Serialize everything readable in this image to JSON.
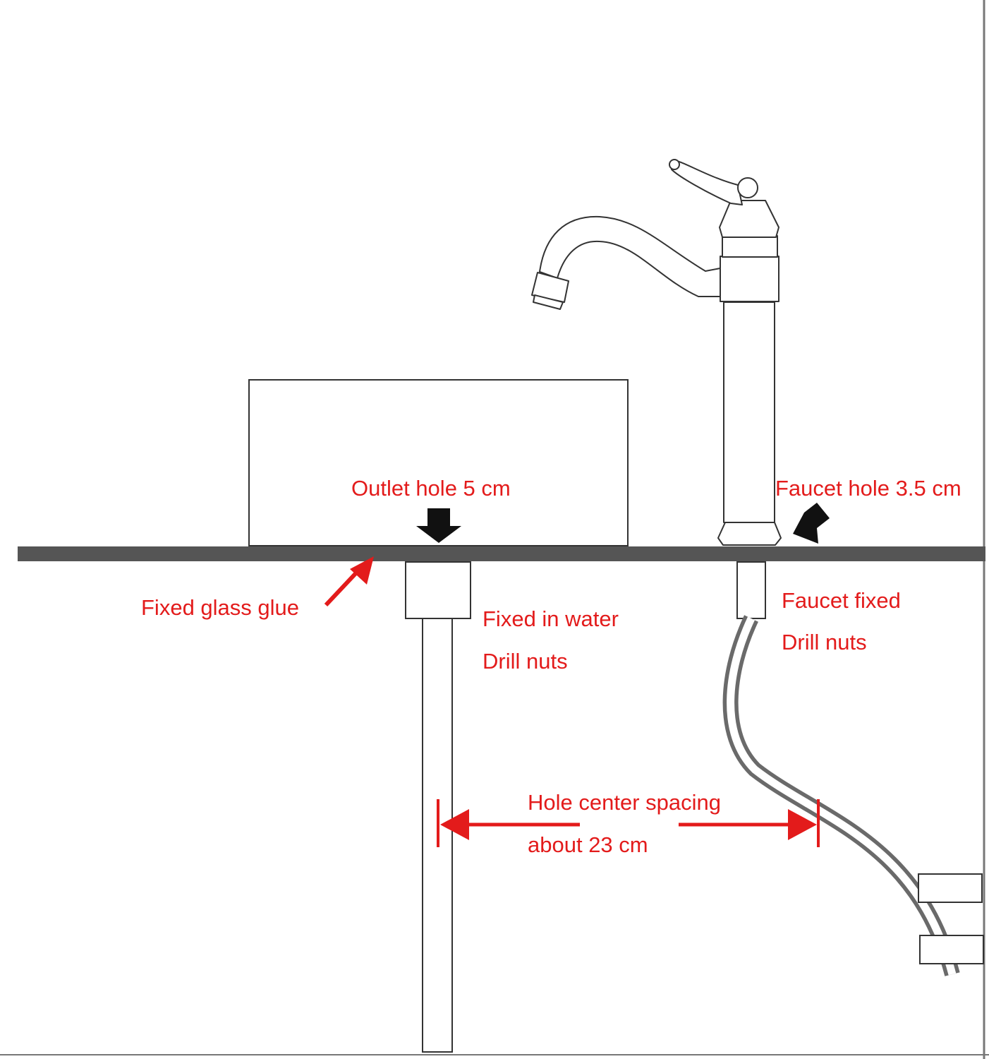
{
  "colors": {
    "label": "#e31b1b",
    "line": "#4a4a4a",
    "counter": "#555555",
    "hose": "#6a6a6a",
    "arrow_black": "#111111",
    "arrow_red": "#e31b1b",
    "background": "#ffffff"
  },
  "labels": {
    "outlet_hole": "Outlet hole 5 cm",
    "faucet_hole": "Faucet hole 3.5 cm",
    "fixed_glass_glue": "Fixed glass glue",
    "fixed_in_water": "Fixed in water",
    "drill_nuts_drain": "Drill nuts",
    "faucet_fixed": "Faucet fixed",
    "drill_nuts_faucet": "Drill nuts",
    "spacing_line1": "Hole center spacing",
    "spacing_line2": "about 23 cm"
  },
  "icons": {
    "outlet_arrow": "arrow-down-icon",
    "faucet_arrow": "arrow-down-left-icon",
    "glue_arrow": "arrow-up-right-icon",
    "spacing_arrow": "double-arrow-horizontal-icon"
  }
}
